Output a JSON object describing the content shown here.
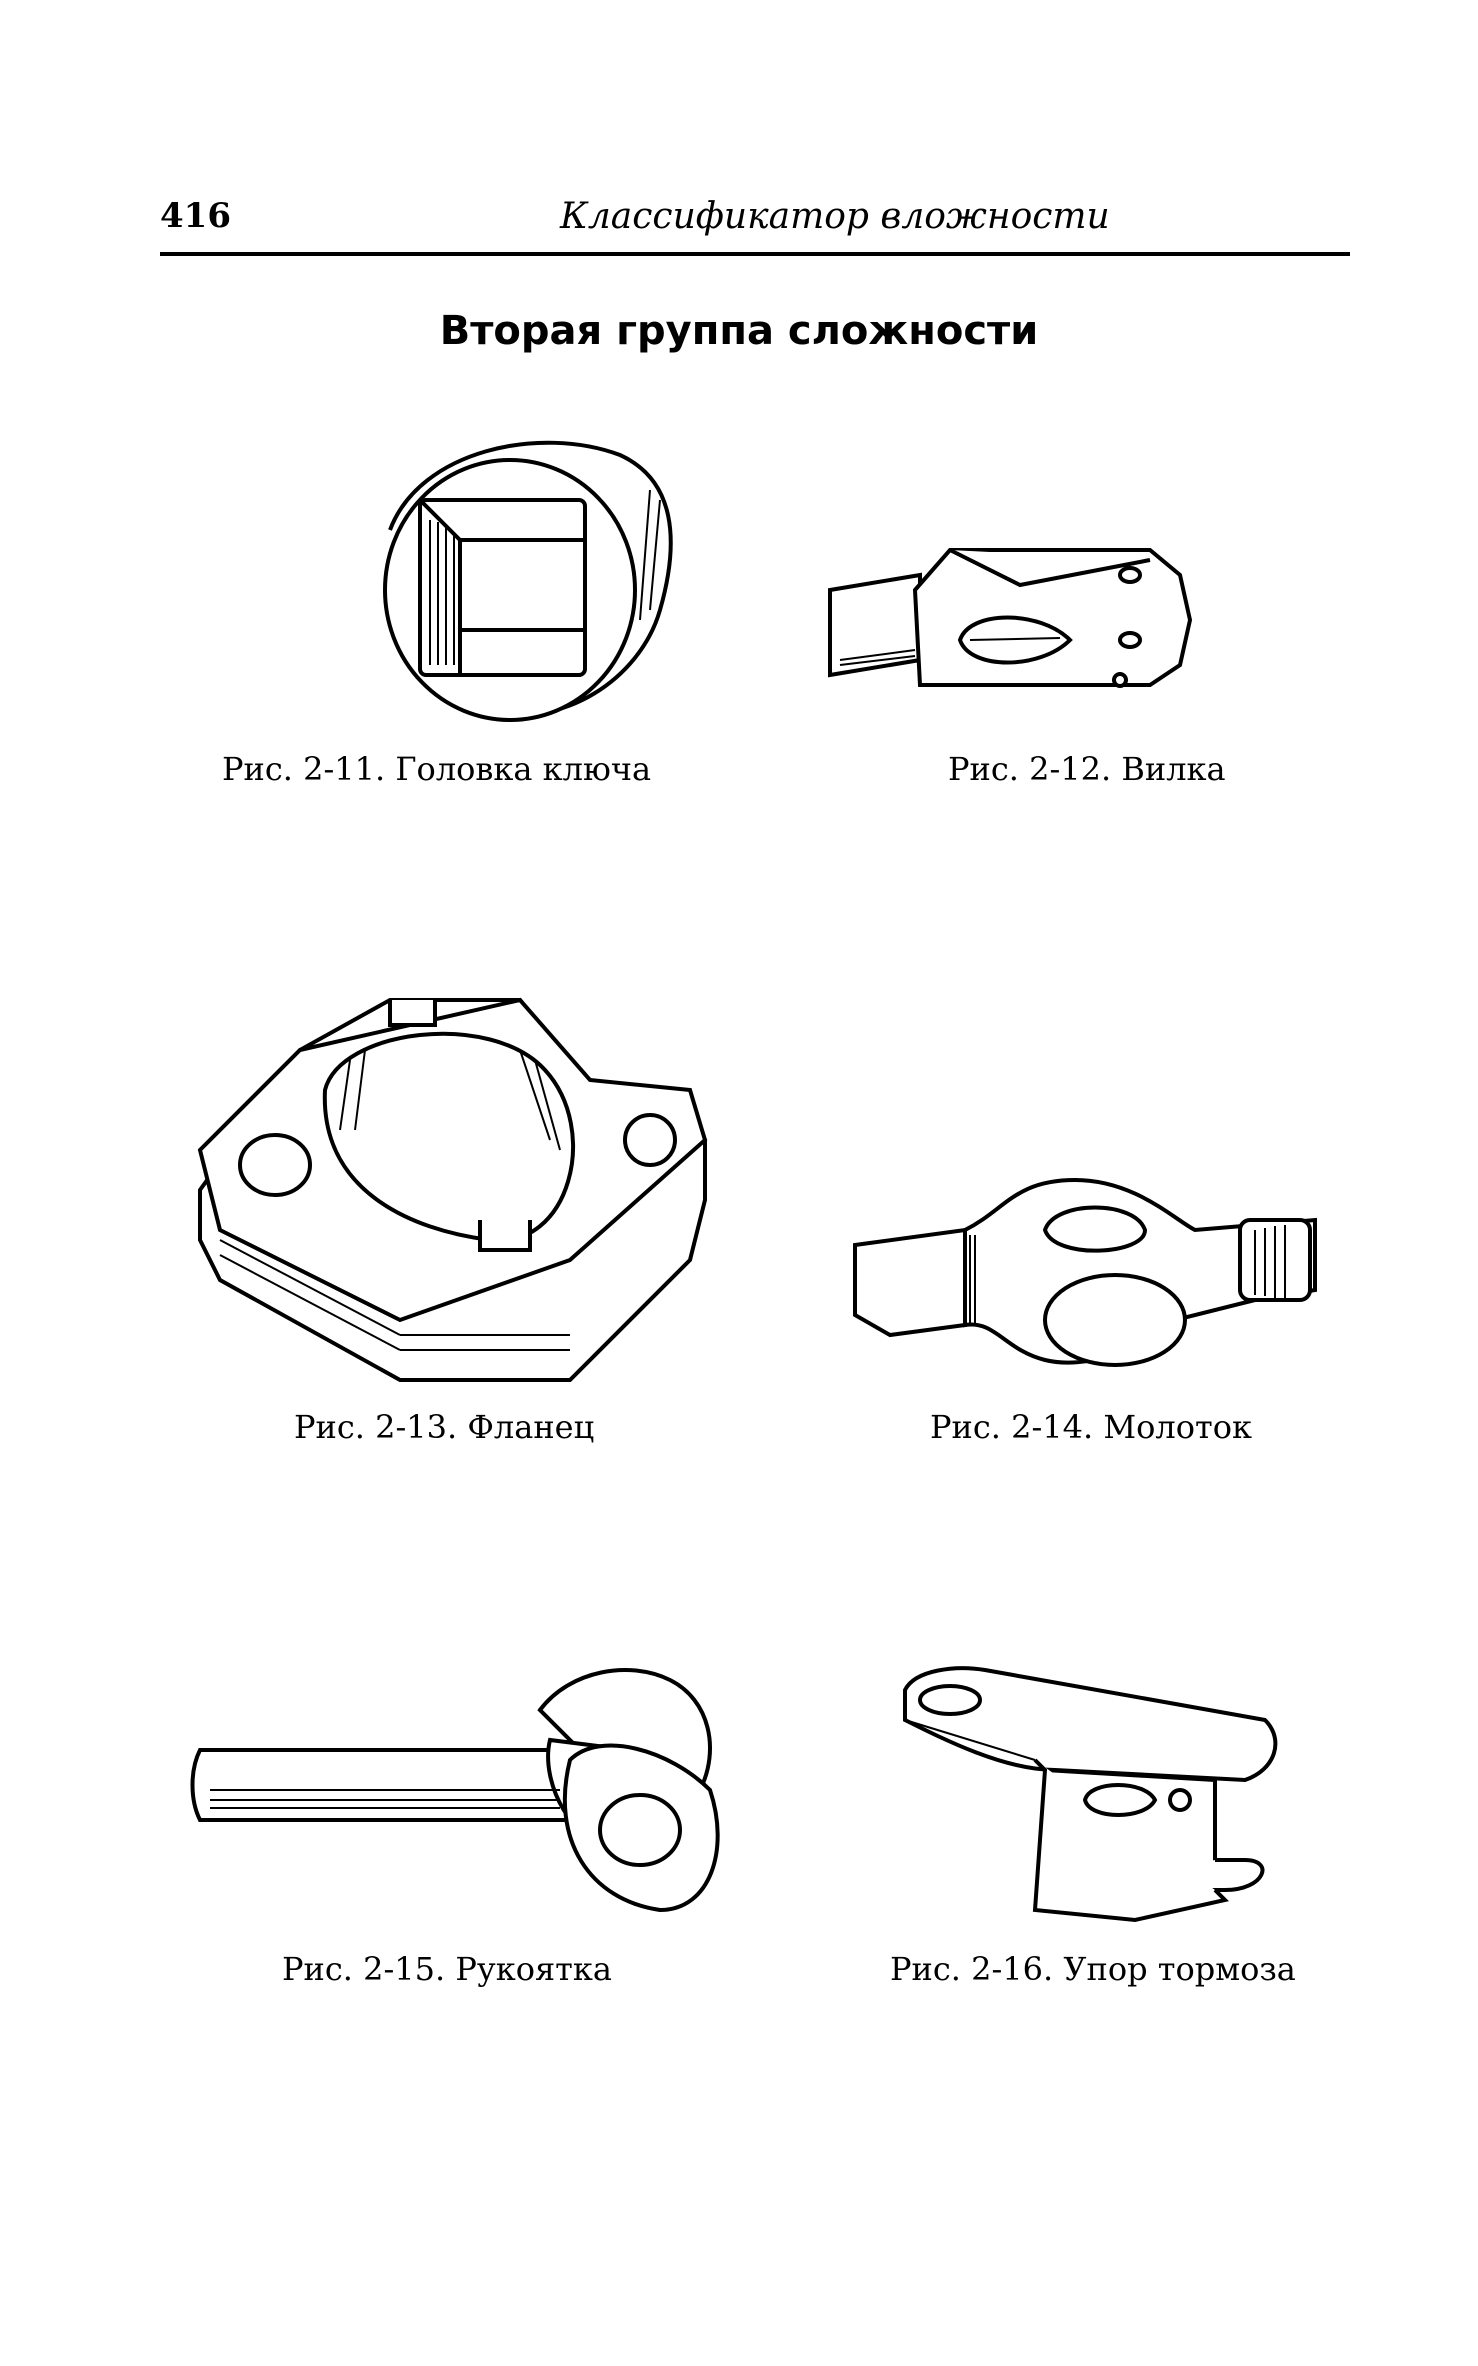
{
  "header": {
    "page_number": "416",
    "running_title": "Классификатор вложности"
  },
  "section_title": "Вторая группа сложности",
  "figures": [
    {
      "caption": "Рис. 2-11. Головка ключа",
      "icon": "socket-wrench-head-drawing"
    },
    {
      "caption": "Рис. 2-12. Вилка",
      "icon": "fork-clevis-drawing"
    },
    {
      "caption": "Рис. 2-13. Фланец",
      "icon": "flange-drawing"
    },
    {
      "caption": "Рис. 2-14. Молоток",
      "icon": "hammer-head-drawing"
    },
    {
      "caption": "Рис. 2-15. Рукоятка",
      "icon": "handle-drawing"
    },
    {
      "caption": "Рис. 2-16. Упор тормоза",
      "icon": "brake-stop-drawing"
    }
  ]
}
